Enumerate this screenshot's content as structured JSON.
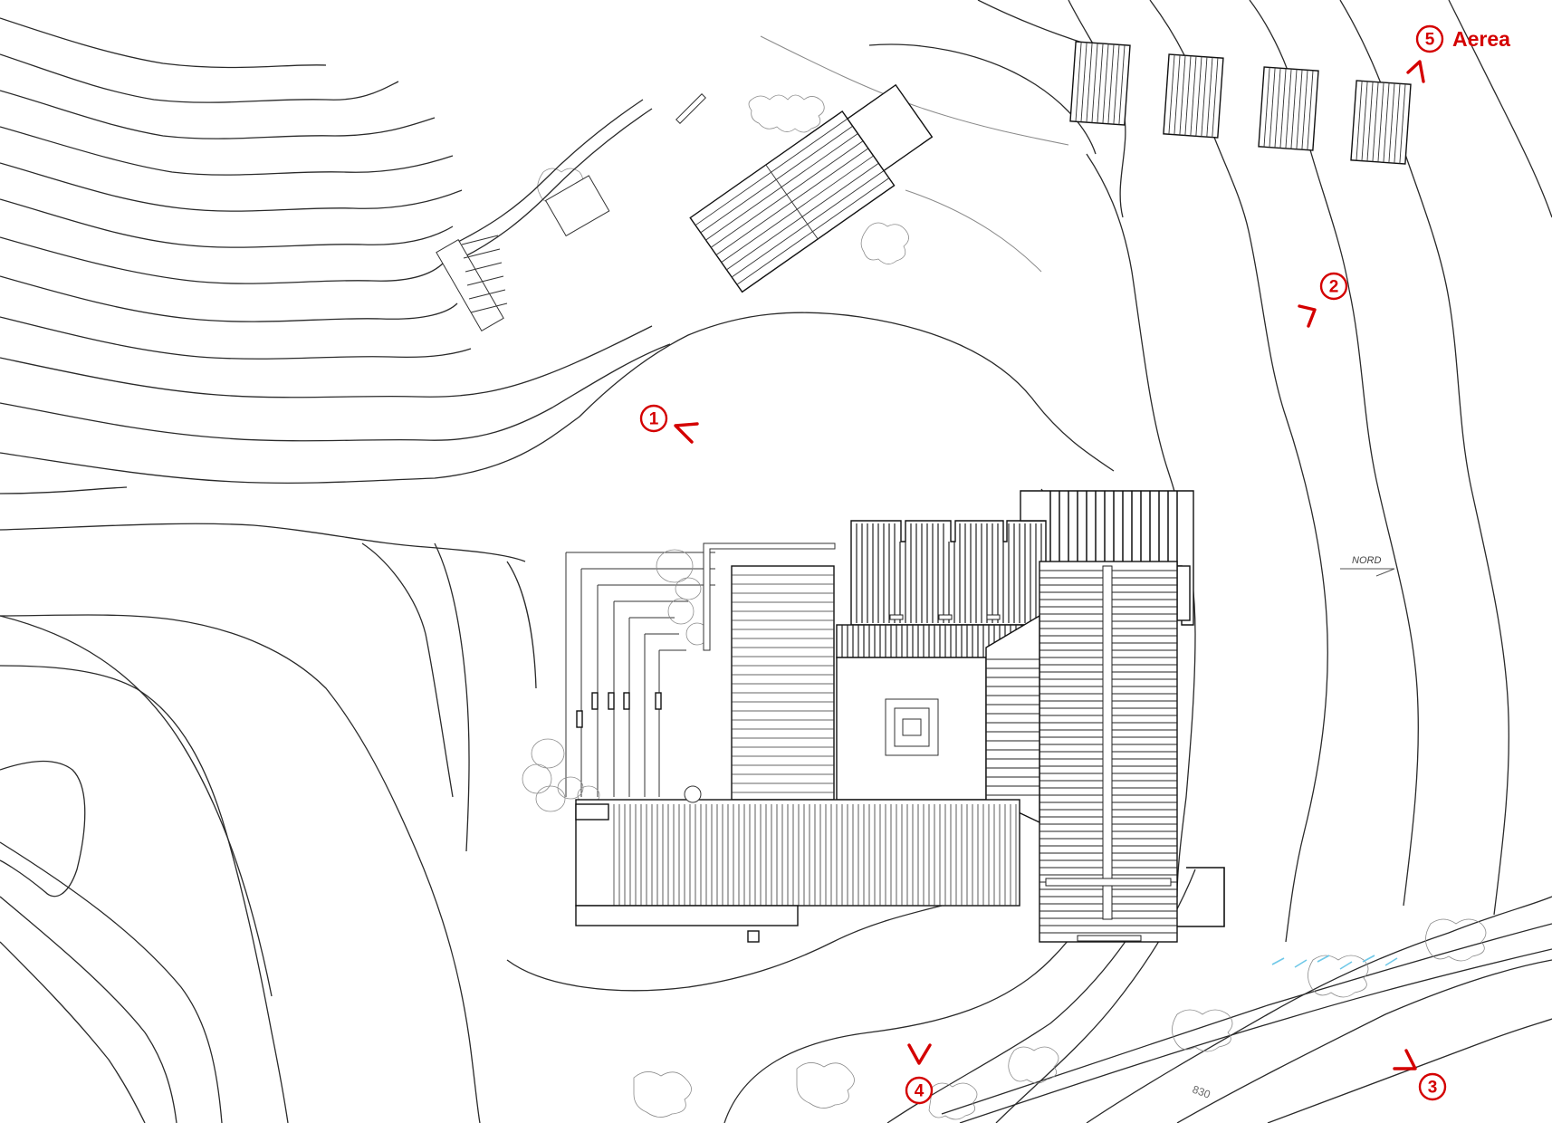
{
  "drawing": {
    "north_label": "NORD",
    "elevation_label": "830",
    "aerial_label": "Aerea"
  },
  "viewpoints": [
    {
      "id": "1",
      "label": "1"
    },
    {
      "id": "2",
      "label": "2"
    },
    {
      "id": "3",
      "label": "3"
    },
    {
      "id": "4",
      "label": "4"
    },
    {
      "id": "5",
      "label": "5"
    }
  ],
  "colors": {
    "markers": "#d40000",
    "linework": "#111111",
    "water": "#6fc8e8"
  }
}
